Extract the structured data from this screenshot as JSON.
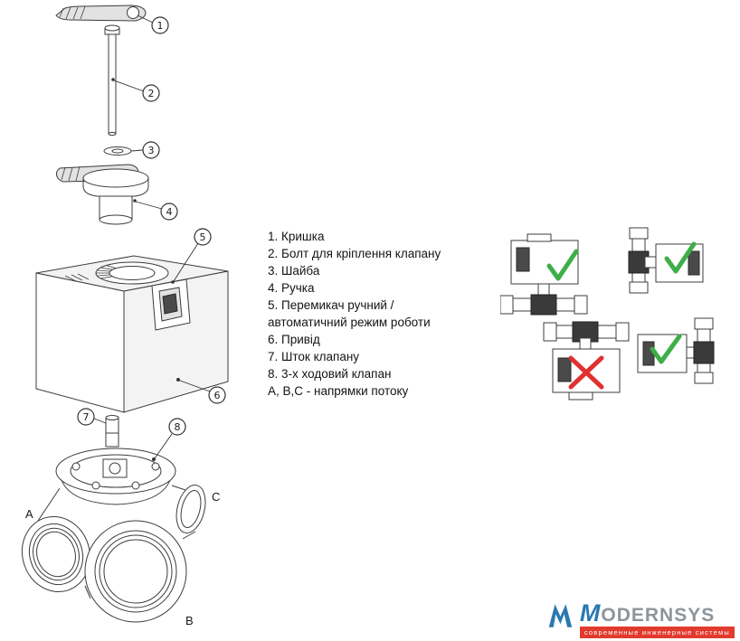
{
  "parts_list": {
    "items": [
      "1.  Кришка",
      "2. Болт для кріплення клапану",
      "3. Шайба",
      "4. Ручка",
      "5. Перемикач ручний / автоматичний режим роботи",
      "6. Привід",
      "7. Шток клапану",
      "8. 3-х ходовий клапан",
      "А, В,С - напрямки потоку"
    ]
  },
  "callouts": {
    "c1": "1",
    "c2": "2",
    "c3": "3",
    "c4": "4",
    "c5": "5",
    "c6": "6",
    "c7": "7",
    "c8": "8"
  },
  "flow_labels": {
    "a": "A",
    "b": "B",
    "c": "C"
  },
  "orientation_diagrams": {
    "items": [
      {
        "position": "top-left",
        "status": "correct",
        "mark": "check"
      },
      {
        "position": "top-right",
        "status": "correct",
        "mark": "check"
      },
      {
        "position": "bottom-middle",
        "status": "incorrect",
        "mark": "cross"
      },
      {
        "position": "bottom-right",
        "status": "correct",
        "mark": "check"
      }
    ],
    "check_color": "#3fae49",
    "cross_color": "#e03030"
  },
  "logo": {
    "name": "MODERNSYS",
    "tagline": "современные инженерные системы",
    "brand_color": "#2a79b0",
    "tagline_bg": "#e23b2e"
  }
}
